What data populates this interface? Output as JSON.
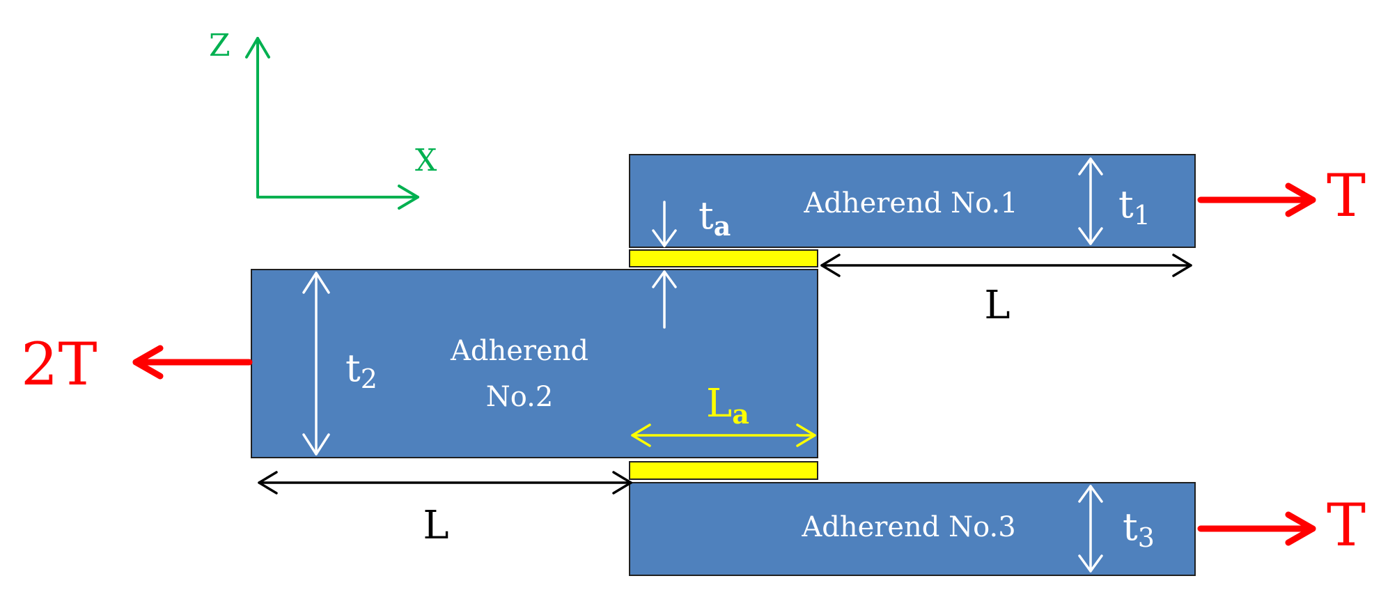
{
  "axes": {
    "z": "Z",
    "x": "X"
  },
  "adherends": {
    "no1": "Adherend No.1",
    "no2_line1": "Adherend",
    "no2_line2": "No.2",
    "no3": "Adherend No.3"
  },
  "thickness": {
    "t1_base": "t",
    "t1_sub": "1",
    "t2_base": "t",
    "t2_sub": "2",
    "t3_base": "t",
    "t3_sub": "3",
    "ta_base": "t",
    "ta_sub": "a"
  },
  "lengths": {
    "L_top": "L",
    "L_bottom": "L",
    "La_base": "L",
    "La_sub": "a"
  },
  "forces": {
    "left": "2T",
    "right_top": "T",
    "right_bottom": "T"
  },
  "colors": {
    "adherend_fill": "#4F81BD",
    "adherend_stroke": "#1F1F1F",
    "adhesive": "#FFFF00",
    "force": "#FF0000",
    "axis": "#00B050",
    "dimension_black": "#000000",
    "dimension_white": "#FFFFFF",
    "la_label": "#FFFF00"
  }
}
